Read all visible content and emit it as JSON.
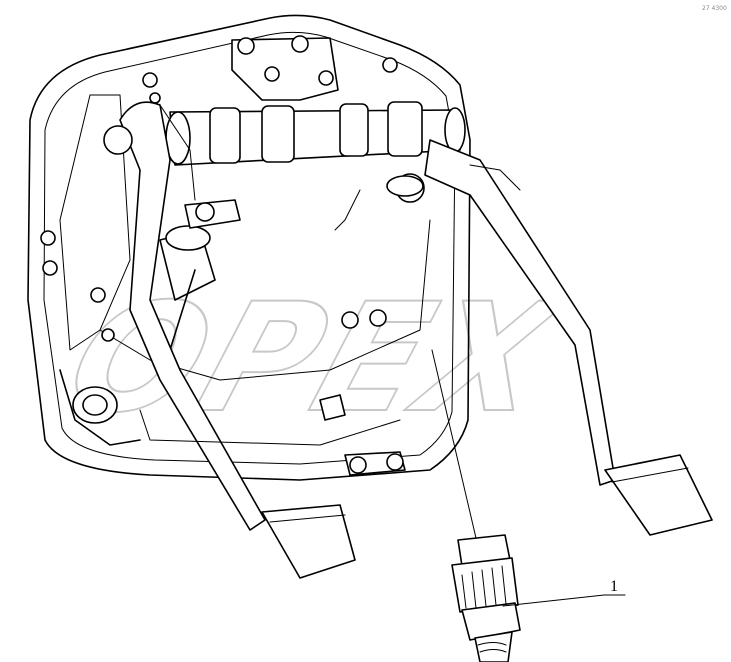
{
  "callouts": [
    {
      "number": "1"
    }
  ],
  "watermark": {
    "text": "OPEX"
  },
  "corner_mark": "27 4300"
}
